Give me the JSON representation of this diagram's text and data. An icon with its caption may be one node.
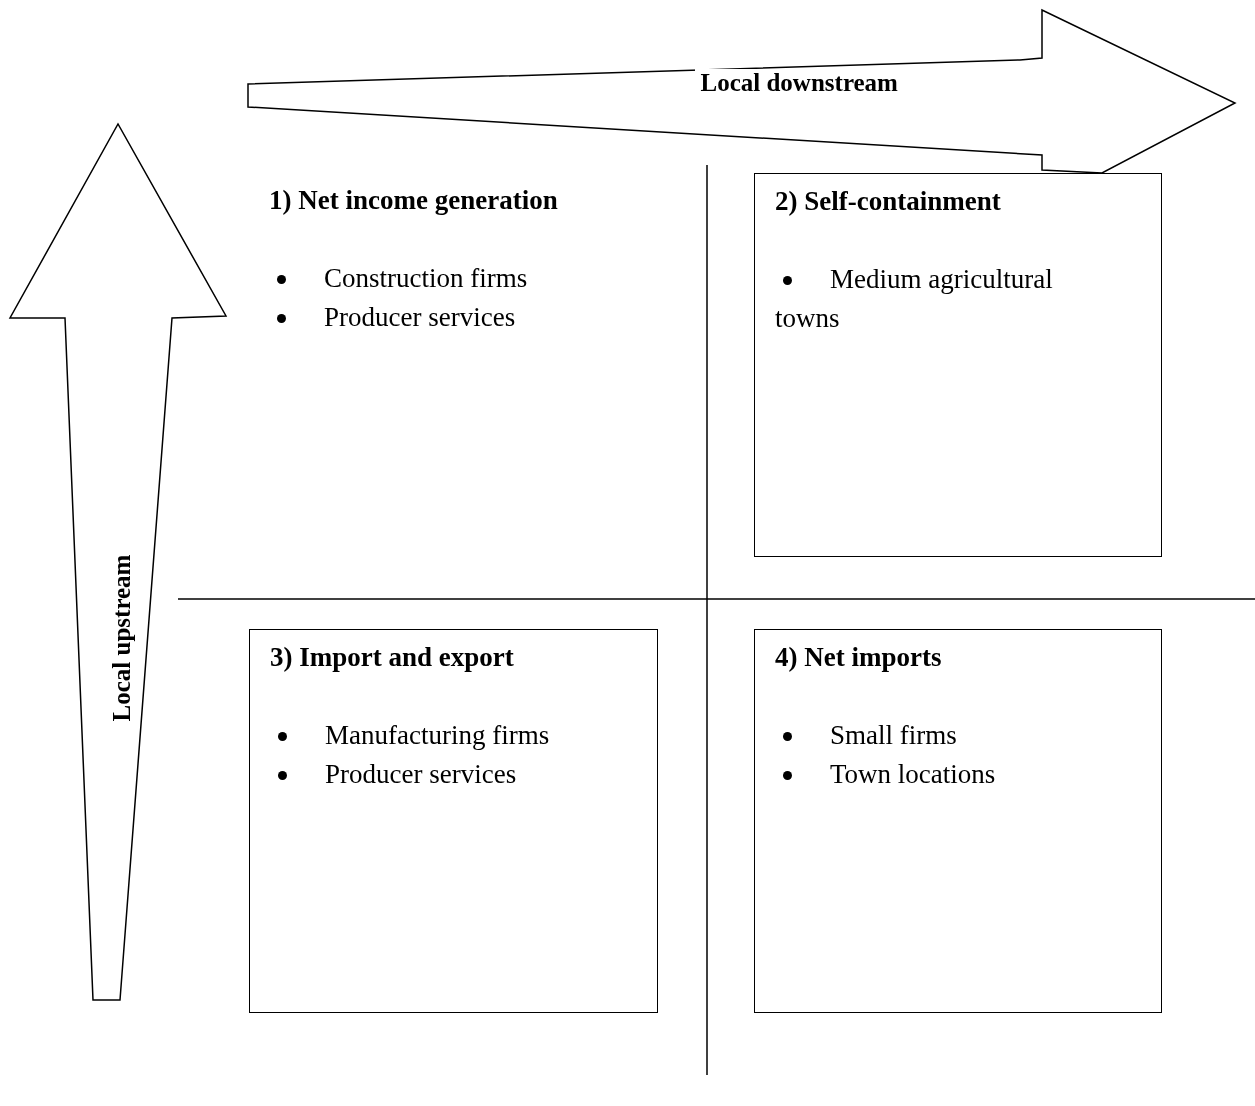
{
  "diagram": {
    "nodes": [
      {
        "text": [
          "1) Net income generation",
          "Construction firms",
          "Producer services"
        ]
      },
      {
        "text": [
          "2) Self-containment",
          "Medium agricultural towns"
        ]
      },
      {
        "text": [
          "3) Import and export",
          "Manufacturing firms",
          "Producer services"
        ]
      },
      {
        "text": [
          "4) Net imports",
          "Small firms",
          "Town locations"
        ]
      }
    ],
    "edges": [],
    "labels": [
      "Local downstream",
      "Local upstream"
    ]
  }
}
